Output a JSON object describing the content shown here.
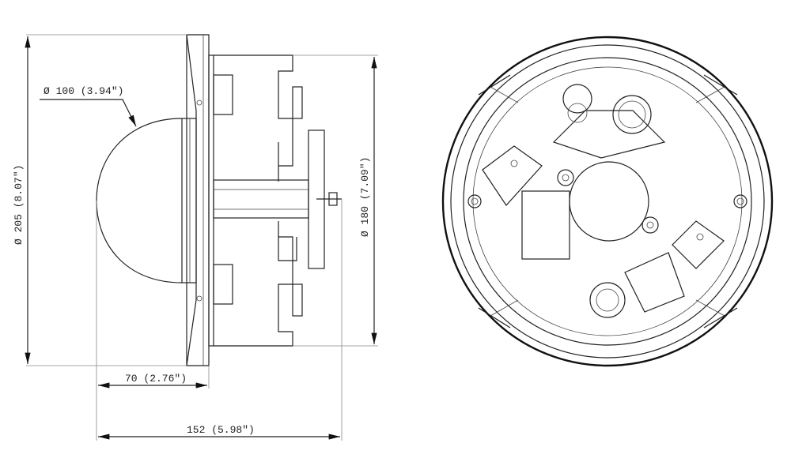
{
  "dimensions": {
    "dome_diameter": "Ø 100 (3.94\")",
    "overall_diameter": "Ø 205 (8.07\")",
    "body_diameter": "Ø 180 (7.09\")",
    "dome_depth": "70 (2.76\")",
    "overall_depth": "152 (5.98\")"
  }
}
